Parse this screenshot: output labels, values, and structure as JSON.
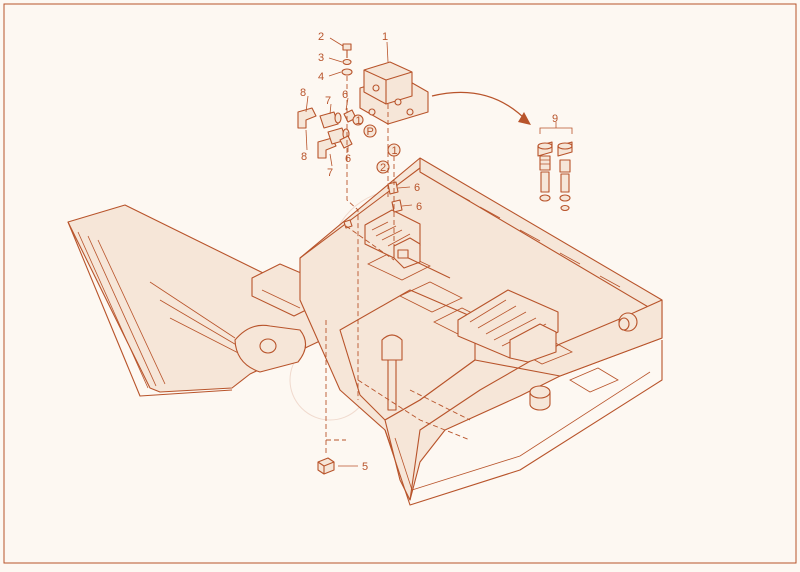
{
  "diagram": {
    "colors": {
      "line": "#b8542b",
      "fill": "#f6e6d8",
      "background": "#fdf8f2"
    },
    "callouts": [
      {
        "id": "c1",
        "label": "1"
      },
      {
        "id": "c2",
        "label": "2"
      },
      {
        "id": "c3",
        "label": "3"
      },
      {
        "id": "c4",
        "label": "4"
      },
      {
        "id": "c5",
        "label": "5"
      },
      {
        "id": "c6a",
        "label": "6"
      },
      {
        "id": "c6b",
        "label": "6"
      },
      {
        "id": "c6c",
        "label": "6"
      },
      {
        "id": "c6d",
        "label": "6"
      },
      {
        "id": "c7a",
        "label": "7"
      },
      {
        "id": "c7b",
        "label": "7"
      },
      {
        "id": "c8a",
        "label": "8"
      },
      {
        "id": "c8b",
        "label": "8"
      },
      {
        "id": "c9",
        "label": "9"
      }
    ],
    "circle_marks": [
      {
        "id": "m1a",
        "label": "1"
      },
      {
        "id": "m1b",
        "label": "1"
      },
      {
        "id": "mP",
        "label": "P"
      },
      {
        "id": "m2",
        "label": "2"
      }
    ]
  }
}
